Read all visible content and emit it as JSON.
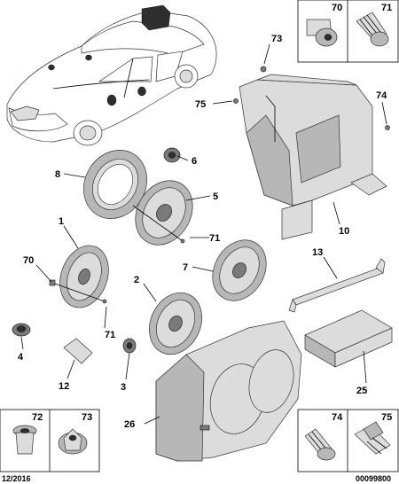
{
  "callouts": {
    "c1": "1",
    "c2": "2",
    "c3": "3",
    "c4": "4",
    "c5": "5",
    "c6": "6",
    "c7": "7",
    "c8": "8",
    "c10": "10",
    "c12": "12",
    "c13": "13",
    "c25": "25",
    "c26": "26",
    "c70": "70",
    "c71a": "71",
    "c71b": "71",
    "c73": "73",
    "c74": "74",
    "c75": "75"
  },
  "insets": {
    "top_right": {
      "left": "70",
      "right": "71"
    },
    "bottom_left": {
      "left": "72",
      "right": "73"
    },
    "bottom_right": {
      "left": "74",
      "right": "75"
    }
  },
  "footer": {
    "date": "12/2016",
    "ref": "00099800"
  }
}
